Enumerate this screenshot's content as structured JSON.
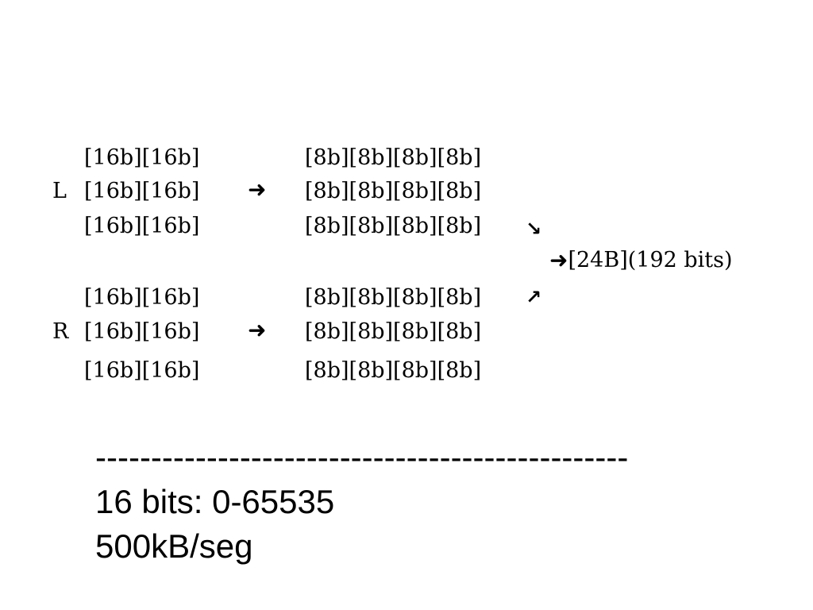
{
  "diagram": {
    "left_channel": {
      "label": "L",
      "input_rows": [
        "[16b][16b]",
        "[16b][16b]",
        "[16b][16b]"
      ],
      "output_rows": [
        "[8b][8b][8b][8b]",
        "[8b][8b][8b][8b]",
        "[8b][8b][8b][8b]"
      ]
    },
    "right_channel": {
      "label": "R",
      "input_rows": [
        "[16b][16b]",
        "[16b][16b]",
        "[16b][16b]"
      ],
      "output_rows": [
        "[8b][8b][8b][8b]",
        "[8b][8b][8b][8b]",
        "[8b][8b][8b][8b]"
      ]
    },
    "arrow_glyph": "➜",
    "merge_down_glyph": "↘",
    "merge_up_glyph": "↗",
    "combined_output": "[24B](192 bits)"
  },
  "notes": {
    "separator": "------------------------------------------------",
    "line1": "16 bits: 0-65535",
    "line2": "500kB/seg"
  }
}
